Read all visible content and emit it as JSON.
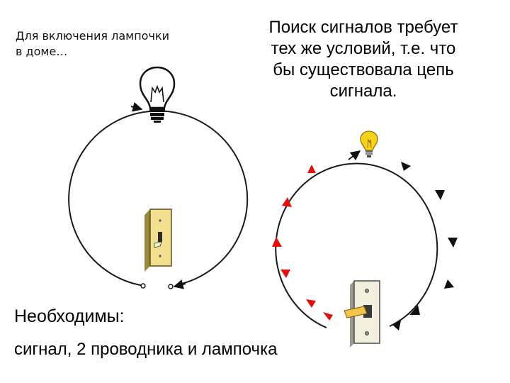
{
  "left_note": {
    "line1": "Для включения лампочки",
    "line2": "в доме…"
  },
  "right_heading": {
    "line1": "Поиск сигналов требует",
    "line2": "тех же условий, т.е.  что",
    "line3": "бы существовала цепь",
    "line4": "сигнала."
  },
  "requirements": {
    "label": "Необходимы:",
    "items": "сигнал, 2 проводника и лампочка"
  },
  "colors": {
    "wire": "#1a1a1a",
    "red_arrow": "#e01010",
    "dark_arrow": "#111111",
    "switch_plate": "#f2df8f",
    "bulb_yellow": "#f7d21a"
  },
  "icons": [
    "light-bulb-outline-icon",
    "light-switch-icon",
    "lit-bulb-icon",
    "toggle-switch-icon"
  ]
}
